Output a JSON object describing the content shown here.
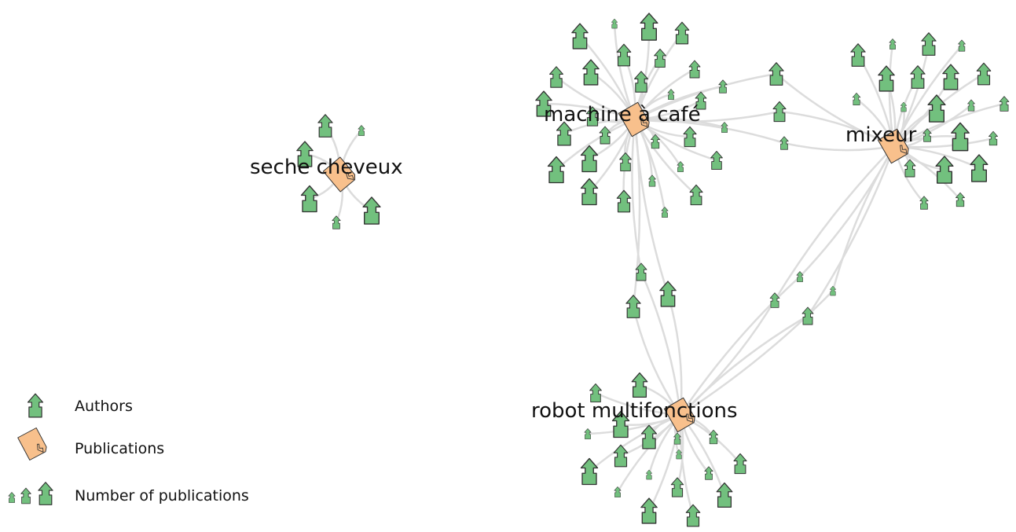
{
  "diagram": {
    "publications": [
      {
        "id": "seche",
        "label": "seche cheveux"
      },
      {
        "id": "cafe",
        "label": "machine à café"
      },
      {
        "id": "mixeur",
        "label": "mixeur"
      },
      {
        "id": "robot",
        "label": "robot multifonctions"
      }
    ],
    "colors": {
      "author": "#72c07e",
      "publication": "#f8c08c",
      "edge": "#dcdcdc",
      "outline": "#333333"
    }
  },
  "legend": {
    "authors_label": "Authors",
    "publications_label": "Publications",
    "count_label": "Number of publications"
  }
}
